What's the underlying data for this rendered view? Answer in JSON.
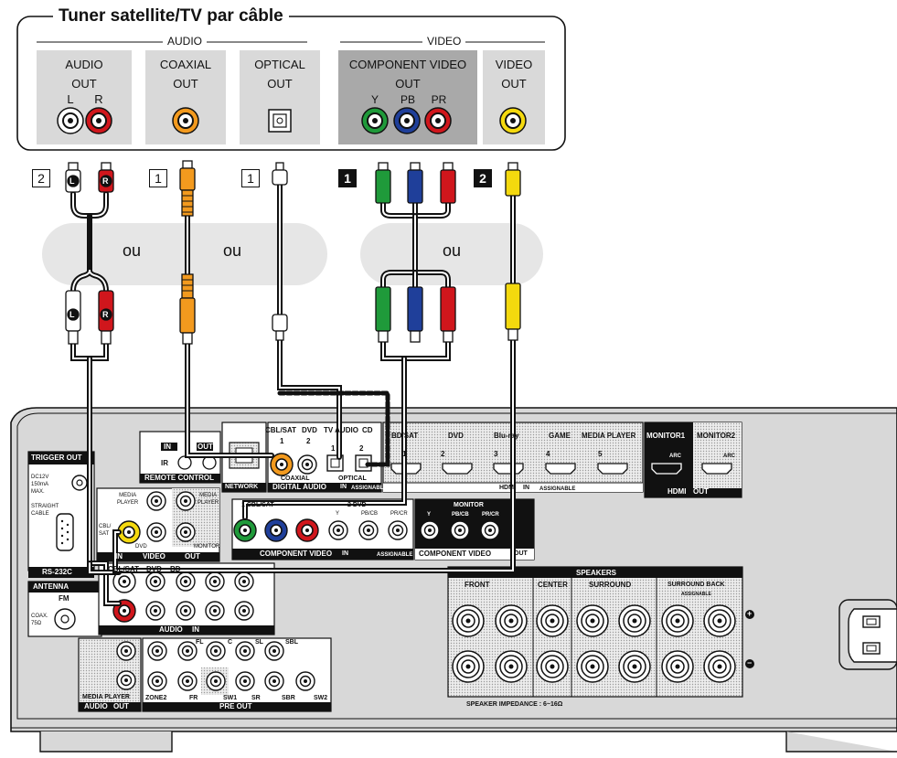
{
  "source": {
    "title": "Tuner satellite/TV par câble",
    "group_audio": "AUDIO",
    "group_video": "VIDEO",
    "jacks": {
      "audio_out": "AUDIO\nOUT",
      "audio_l": "L",
      "audio_r": "R",
      "coaxial_out": "COAXIAL\nOUT",
      "optical_out": "OPTICAL\nOUT",
      "component_out": "COMPONENT VIDEO\nOUT",
      "comp_y": "Y",
      "comp_pb": "PB",
      "comp_pr": "PR",
      "video_out": "VIDEO\nOUT"
    }
  },
  "steps": [
    {
      "label": "2",
      "style": "outline"
    },
    {
      "label": "1",
      "style": "outline"
    },
    {
      "label": "1",
      "style": "outline"
    },
    {
      "label": "1",
      "style": "filled"
    },
    {
      "label": "2",
      "style": "filled"
    }
  ],
  "or_labels": [
    "ou",
    "ou",
    "ou"
  ],
  "plug_marks": {
    "left": "L",
    "right": "R"
  },
  "receiver": {
    "trigger_out": "TRIGGER OUT",
    "trigger_spec": "DC12V\n150mA\nMAX.",
    "straight_cable": "STRAIGHT\nCABLE",
    "rs232c": "RS-232C",
    "antenna": "ANTENNA",
    "fm": "FM",
    "coax_75": "COAX.\n75Ω",
    "remote_in": "IN",
    "remote_out": "OUT",
    "remote_ir": "IR",
    "remote_control": "REMOTE CONTROL",
    "network": "NETWORK",
    "digital_heads": [
      "CBL/SAT",
      "DVD",
      "TV AUDIO",
      "CD"
    ],
    "digital_nums": [
      "1",
      "2",
      "1",
      "2"
    ],
    "coaxial": "COAXIAL",
    "optical": "OPTICAL",
    "digital_audio": "DIGITAL AUDIO",
    "in": "IN",
    "assignable": "ASSIGNABLE",
    "hdmi_heads": [
      "BD/SAT",
      "DVD",
      "Blu-ray",
      "GAME",
      "MEDIA PLAYER"
    ],
    "hdmi_nums": [
      "1",
      "2",
      "3",
      "4",
      "5"
    ],
    "hdmi": "HDMI",
    "monitor1": "MONITOR1",
    "monitor2": "MONITOR2",
    "arc": "ARC",
    "out": "OUT",
    "video_media_player": "MEDIA\nPLAYER",
    "video_cbl_sat": "CBL/\nSAT",
    "video_dvd": "DVD",
    "video_monitor": "MONITOR",
    "video": "VIDEO",
    "comp_group1": "1 CBL/SAT",
    "comp_group2": "2 DVD",
    "comp_y": "Y",
    "comp_pbcb": "PB/CB",
    "comp_prcr": "PR/CR",
    "comp_monitor": "MONITOR",
    "component_video": "COMPONENT VIDEO",
    "audio_heads": [
      "CBL/SAT",
      "DVD",
      "BD"
    ],
    "audio": "AUDIO",
    "media_player": "MEDIA PLAYER",
    "zone2": "ZONE2",
    "pre_out": "PRE OUT",
    "pre_out_labels": [
      "FL",
      "C",
      "SL",
      "SBL",
      "FR",
      "SW1",
      "SR",
      "SBR",
      "SW2"
    ],
    "speakers": "SPEAKERS",
    "front": "FRONT",
    "center": "CENTER",
    "surround": "SURROUND",
    "surround_back": "SURROUND BACK",
    "speaker_impedance": "SPEAKER IMPEDANCE : 6~16Ω",
    "plus": "+",
    "minus": "−"
  },
  "colors": {
    "white_jack": "#ffffff",
    "red": "#d0161c",
    "orange": "#f39a1e",
    "green": "#1f9a3a",
    "blue": "#1f3f9a",
    "yellow": "#f4d90e",
    "panel_gray": "#d9d9d9",
    "receiver_gray": "#d8d8d8",
    "band_gray": "#e6e6e6"
  }
}
